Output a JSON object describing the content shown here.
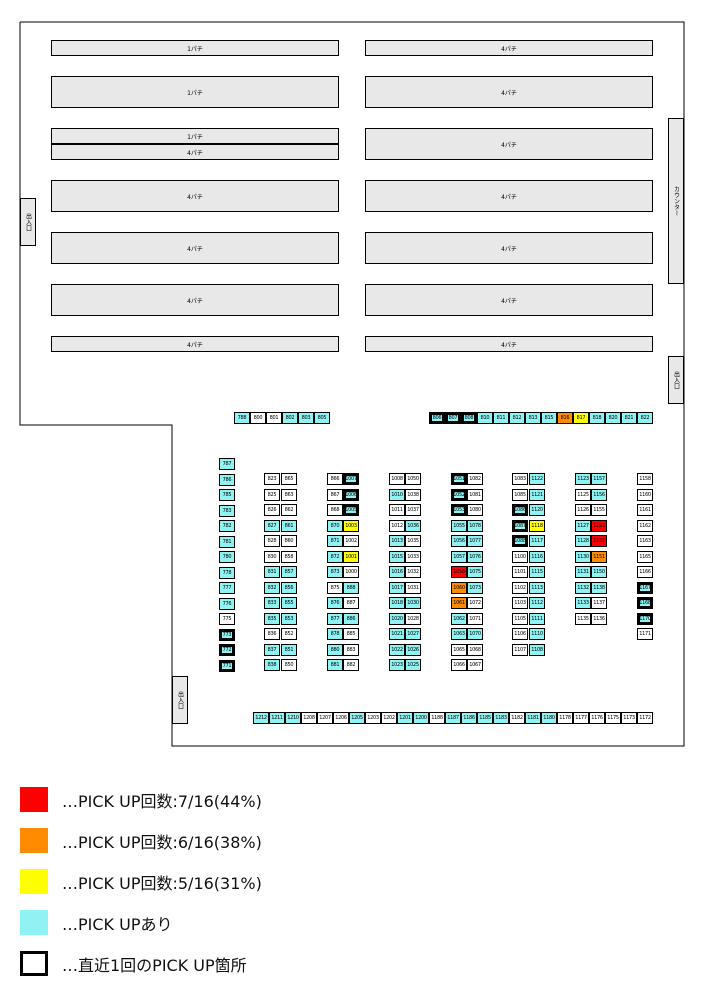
{
  "banks": {
    "left": [
      "1パチ",
      "1パチ",
      "1パチ",
      "4パチ",
      "4パチ",
      "4パチ",
      "4パチ",
      "4パチ"
    ],
    "right": [
      "4パチ",
      "4パチ",
      "4パチ",
      "4パチ",
      "4パチ",
      "4パチ",
      "4パチ"
    ]
  },
  "side_labels": {
    "counter": "カウンター",
    "entrance": "出入口"
  },
  "status_colors": {
    "v": "#8ff3f3",
    "o": "#ff8c00",
    "y": "#ffff00",
    "r": "#ff0000",
    "w": "#ffffff"
  },
  "machines": {
    "top_left": [
      {
        "n": "788",
        "s": "v"
      },
      {
        "n": "800",
        "s": "w"
      },
      {
        "n": "801",
        "s": "w"
      },
      {
        "n": "802",
        "s": "v"
      },
      {
        "n": "803",
        "s": "v"
      },
      {
        "n": "805",
        "s": "v"
      }
    ],
    "top_right": [
      {
        "n": "806",
        "s": "v",
        "last": true
      },
      {
        "n": "807",
        "s": "v",
        "last": true
      },
      {
        "n": "808",
        "s": "v",
        "last": true
      },
      {
        "n": "810",
        "s": "v"
      },
      {
        "n": "811",
        "s": "v"
      },
      {
        "n": "812",
        "s": "v"
      },
      {
        "n": "813",
        "s": "v"
      },
      {
        "n": "815",
        "s": "v"
      },
      {
        "n": "816",
        "s": "o"
      },
      {
        "n": "817",
        "s": "y"
      },
      {
        "n": "818",
        "s": "v"
      },
      {
        "n": "820",
        "s": "v"
      },
      {
        "n": "821",
        "s": "v"
      },
      {
        "n": "822",
        "s": "v"
      }
    ],
    "bottom": [
      {
        "n": "1212",
        "s": "v"
      },
      {
        "n": "1211",
        "s": "v"
      },
      {
        "n": "1210",
        "s": "v"
      },
      {
        "n": "1208",
        "s": "w"
      },
      {
        "n": "1207",
        "s": "w"
      },
      {
        "n": "1206",
        "s": "w"
      },
      {
        "n": "1205",
        "s": "v"
      },
      {
        "n": "1203",
        "s": "w"
      },
      {
        "n": "1202",
        "s": "w"
      },
      {
        "n": "1201",
        "s": "v"
      },
      {
        "n": "1200",
        "s": "v"
      },
      {
        "n": "1188",
        "s": "w"
      },
      {
        "n": "1187",
        "s": "v"
      },
      {
        "n": "1186",
        "s": "v"
      },
      {
        "n": "1185",
        "s": "v"
      },
      {
        "n": "1183",
        "s": "v"
      },
      {
        "n": "1182",
        "s": "w"
      },
      {
        "n": "1181",
        "s": "v"
      },
      {
        "n": "1180",
        "s": "v"
      },
      {
        "n": "1178",
        "s": "w"
      },
      {
        "n": "1177",
        "s": "w"
      },
      {
        "n": "1176",
        "s": "w"
      },
      {
        "n": "1175",
        "s": "w"
      },
      {
        "n": "1173",
        "s": "w"
      },
      {
        "n": "1172",
        "s": "w"
      }
    ],
    "columns": [
      [
        {
          "n": "787",
          "s": "v"
        },
        {
          "n": "786",
          "s": "v"
        },
        {
          "n": "785",
          "s": "v"
        },
        {
          "n": "783",
          "s": "v"
        },
        {
          "n": "782",
          "s": "v"
        },
        {
          "n": "781",
          "s": "v"
        },
        {
          "n": "780",
          "s": "v"
        },
        {
          "n": "778",
          "s": "v"
        },
        {
          "n": "777",
          "s": "v"
        },
        {
          "n": "776",
          "s": "v"
        },
        {
          "n": "775",
          "s": "w"
        },
        {
          "n": "773",
          "s": "v",
          "last": true
        },
        {
          "n": "772",
          "s": "v",
          "last": true
        },
        {
          "n": "771",
          "s": "v",
          "last": true
        }
      ],
      [
        {
          "n": "823",
          "s": "w"
        },
        {
          "n": "825",
          "s": "w"
        },
        {
          "n": "826",
          "s": "w"
        },
        {
          "n": "827",
          "s": "v"
        },
        {
          "n": "828",
          "s": "w"
        },
        {
          "n": "830",
          "s": "w"
        },
        {
          "n": "831",
          "s": "v"
        },
        {
          "n": "832",
          "s": "v"
        },
        {
          "n": "833",
          "s": "v"
        },
        {
          "n": "835",
          "s": "v"
        },
        {
          "n": "836",
          "s": "w"
        },
        {
          "n": "837",
          "s": "v"
        },
        {
          "n": "838",
          "s": "v"
        }
      ],
      [
        {
          "n": "865",
          "s": "w"
        },
        {
          "n": "863",
          "s": "w"
        },
        {
          "n": "862",
          "s": "w"
        },
        {
          "n": "861",
          "s": "v"
        },
        {
          "n": "860",
          "s": "w"
        },
        {
          "n": "858",
          "s": "w"
        },
        {
          "n": "857",
          "s": "v"
        },
        {
          "n": "856",
          "s": "v"
        },
        {
          "n": "855",
          "s": "v"
        },
        {
          "n": "853",
          "s": "v"
        },
        {
          "n": "852",
          "s": "w"
        },
        {
          "n": "851",
          "s": "v"
        },
        {
          "n": "850",
          "s": "w"
        }
      ],
      [
        {
          "n": "866",
          "s": "w"
        },
        {
          "n": "867",
          "s": "w"
        },
        {
          "n": "868",
          "s": "w"
        },
        {
          "n": "870",
          "s": "v"
        },
        {
          "n": "871",
          "s": "v"
        },
        {
          "n": "872",
          "s": "v"
        },
        {
          "n": "873",
          "s": "v"
        },
        {
          "n": "875",
          "s": "w"
        },
        {
          "n": "876",
          "s": "v"
        },
        {
          "n": "877",
          "s": "v"
        },
        {
          "n": "878",
          "s": "v"
        },
        {
          "n": "880",
          "s": "v"
        },
        {
          "n": "881",
          "s": "v"
        }
      ],
      [
        {
          "n": "1007",
          "s": "v",
          "last": true
        },
        {
          "n": "1006",
          "s": "v",
          "last": true
        },
        {
          "n": "1005",
          "s": "v",
          "last": true
        },
        {
          "n": "1003",
          "s": "y"
        },
        {
          "n": "1002",
          "s": "w"
        },
        {
          "n": "1001",
          "s": "y"
        },
        {
          "n": "1000",
          "s": "w"
        },
        {
          "n": "888",
          "s": "v"
        },
        {
          "n": "887",
          "s": "w"
        },
        {
          "n": "886",
          "s": "v"
        },
        {
          "n": "885",
          "s": "w"
        },
        {
          "n": "883",
          "s": "w"
        },
        {
          "n": "882",
          "s": "w"
        }
      ],
      [
        {
          "n": "1008",
          "s": "w"
        },
        {
          "n": "1010",
          "s": "v"
        },
        {
          "n": "1011",
          "s": "w"
        },
        {
          "n": "1012",
          "s": "w"
        },
        {
          "n": "1013",
          "s": "v"
        },
        {
          "n": "1015",
          "s": "v"
        },
        {
          "n": "1016",
          "s": "v"
        },
        {
          "n": "1017",
          "s": "v"
        },
        {
          "n": "1018",
          "s": "v"
        },
        {
          "n": "1020",
          "s": "v"
        },
        {
          "n": "1021",
          "s": "v"
        },
        {
          "n": "1022",
          "s": "v"
        },
        {
          "n": "1023",
          "s": "v"
        }
      ],
      [
        {
          "n": "1050",
          "s": "w"
        },
        {
          "n": "1038",
          "s": "w"
        },
        {
          "n": "1037",
          "s": "w"
        },
        {
          "n": "1036",
          "s": "v"
        },
        {
          "n": "1035",
          "s": "w"
        },
        {
          "n": "1033",
          "s": "w"
        },
        {
          "n": "1032",
          "s": "w"
        },
        {
          "n": "1031",
          "s": "w"
        },
        {
          "n": "1030",
          "s": "v"
        },
        {
          "n": "1028",
          "s": "w"
        },
        {
          "n": "1027",
          "s": "v"
        },
        {
          "n": "1026",
          "s": "v"
        },
        {
          "n": "1025",
          "s": "v"
        }
      ],
      [
        {
          "n": "1051",
          "s": "v",
          "last": true
        },
        {
          "n": "1052",
          "s": "v",
          "last": true
        },
        {
          "n": "1053",
          "s": "v",
          "last": true
        },
        {
          "n": "1055",
          "s": "v"
        },
        {
          "n": "1056",
          "s": "v"
        },
        {
          "n": "1057",
          "s": "v"
        },
        {
          "n": "1058",
          "s": "r"
        },
        {
          "n": "1060",
          "s": "o"
        },
        {
          "n": "1061",
          "s": "o"
        },
        {
          "n": "1062",
          "s": "v"
        },
        {
          "n": "1063",
          "s": "v"
        },
        {
          "n": "1065",
          "s": "w"
        },
        {
          "n": "1066",
          "s": "w"
        }
      ],
      [
        {
          "n": "1082",
          "s": "w"
        },
        {
          "n": "1081",
          "s": "w"
        },
        {
          "n": "1080",
          "s": "w"
        },
        {
          "n": "1078",
          "s": "v"
        },
        {
          "n": "1077",
          "s": "v"
        },
        {
          "n": "1076",
          "s": "v"
        },
        {
          "n": "1075",
          "s": "v"
        },
        {
          "n": "1073",
          "s": "v"
        },
        {
          "n": "1072",
          "s": "w"
        },
        {
          "n": "1071",
          "s": "w"
        },
        {
          "n": "1070",
          "s": "v"
        },
        {
          "n": "1068",
          "s": "w"
        },
        {
          "n": "1067",
          "s": "w"
        }
      ],
      [
        {
          "n": "1083",
          "s": "w"
        },
        {
          "n": "1085",
          "s": "w"
        },
        {
          "n": "1086",
          "s": "v",
          "last": true
        },
        {
          "n": "1087",
          "s": "v",
          "last": true
        },
        {
          "n": "1088",
          "s": "v",
          "last": true
        },
        {
          "n": "1100",
          "s": "w"
        },
        {
          "n": "1101",
          "s": "w"
        },
        {
          "n": "1102",
          "s": "w"
        },
        {
          "n": "1103",
          "s": "w"
        },
        {
          "n": "1105",
          "s": "w"
        },
        {
          "n": "1106",
          "s": "w"
        },
        {
          "n": "1107",
          "s": "w"
        }
      ],
      [
        {
          "n": "1122",
          "s": "v"
        },
        {
          "n": "1121",
          "s": "v"
        },
        {
          "n": "1120",
          "s": "v"
        },
        {
          "n": "1118",
          "s": "y"
        },
        {
          "n": "1117",
          "s": "v"
        },
        {
          "n": "1116",
          "s": "v"
        },
        {
          "n": "1115",
          "s": "v"
        },
        {
          "n": "1113",
          "s": "v"
        },
        {
          "n": "1112",
          "s": "v"
        },
        {
          "n": "1111",
          "s": "v"
        },
        {
          "n": "1110",
          "s": "v"
        },
        {
          "n": "1108",
          "s": "v"
        }
      ],
      [
        {
          "n": "1123",
          "s": "v"
        },
        {
          "n": "1125",
          "s": "w"
        },
        {
          "n": "1126",
          "s": "w"
        },
        {
          "n": "1127",
          "s": "v"
        },
        {
          "n": "1128",
          "s": "v"
        },
        {
          "n": "1130",
          "s": "v"
        },
        {
          "n": "1131",
          "s": "v"
        },
        {
          "n": "1132",
          "s": "v"
        },
        {
          "n": "1133",
          "s": "v"
        },
        {
          "n": "1135",
          "s": "w"
        }
      ],
      [
        {
          "n": "1157",
          "s": "v"
        },
        {
          "n": "1156",
          "s": "v"
        },
        {
          "n": "1155",
          "s": "w"
        },
        {
          "n": "1153",
          "s": "r"
        },
        {
          "n": "1152",
          "s": "r"
        },
        {
          "n": "1151",
          "s": "o"
        },
        {
          "n": "1150",
          "s": "v"
        },
        {
          "n": "1138",
          "s": "v"
        },
        {
          "n": "1137",
          "s": "w"
        },
        {
          "n": "1136",
          "s": "w"
        }
      ],
      [
        {
          "n": "1158",
          "s": "w"
        },
        {
          "n": "1160",
          "s": "w"
        },
        {
          "n": "1161",
          "s": "w"
        },
        {
          "n": "1162",
          "s": "w"
        },
        {
          "n": "1163",
          "s": "w"
        },
        {
          "n": "1165",
          "s": "w"
        },
        {
          "n": "1166",
          "s": "w"
        },
        {
          "n": "1167",
          "s": "v",
          "last": true
        },
        {
          "n": "1168",
          "s": "v",
          "last": true
        },
        {
          "n": "1170",
          "s": "v",
          "last": true
        },
        {
          "n": "1171",
          "s": "w"
        }
      ]
    ]
  },
  "legend": [
    {
      "color": "#ff0000",
      "text": "…PICK UP回数:7/16(44%)"
    },
    {
      "color": "#ff8c00",
      "text": "…PICK UP回数:6/16(38%)"
    },
    {
      "color": "#ffff00",
      "text": "…PICK UP回数:5/16(31%)"
    },
    {
      "color": "#8ff3f3",
      "text": "…PICK UPあり"
    },
    {
      "color": "#ffffff",
      "text": "…直近1回のPICK UP箇所",
      "outline": true
    }
  ]
}
